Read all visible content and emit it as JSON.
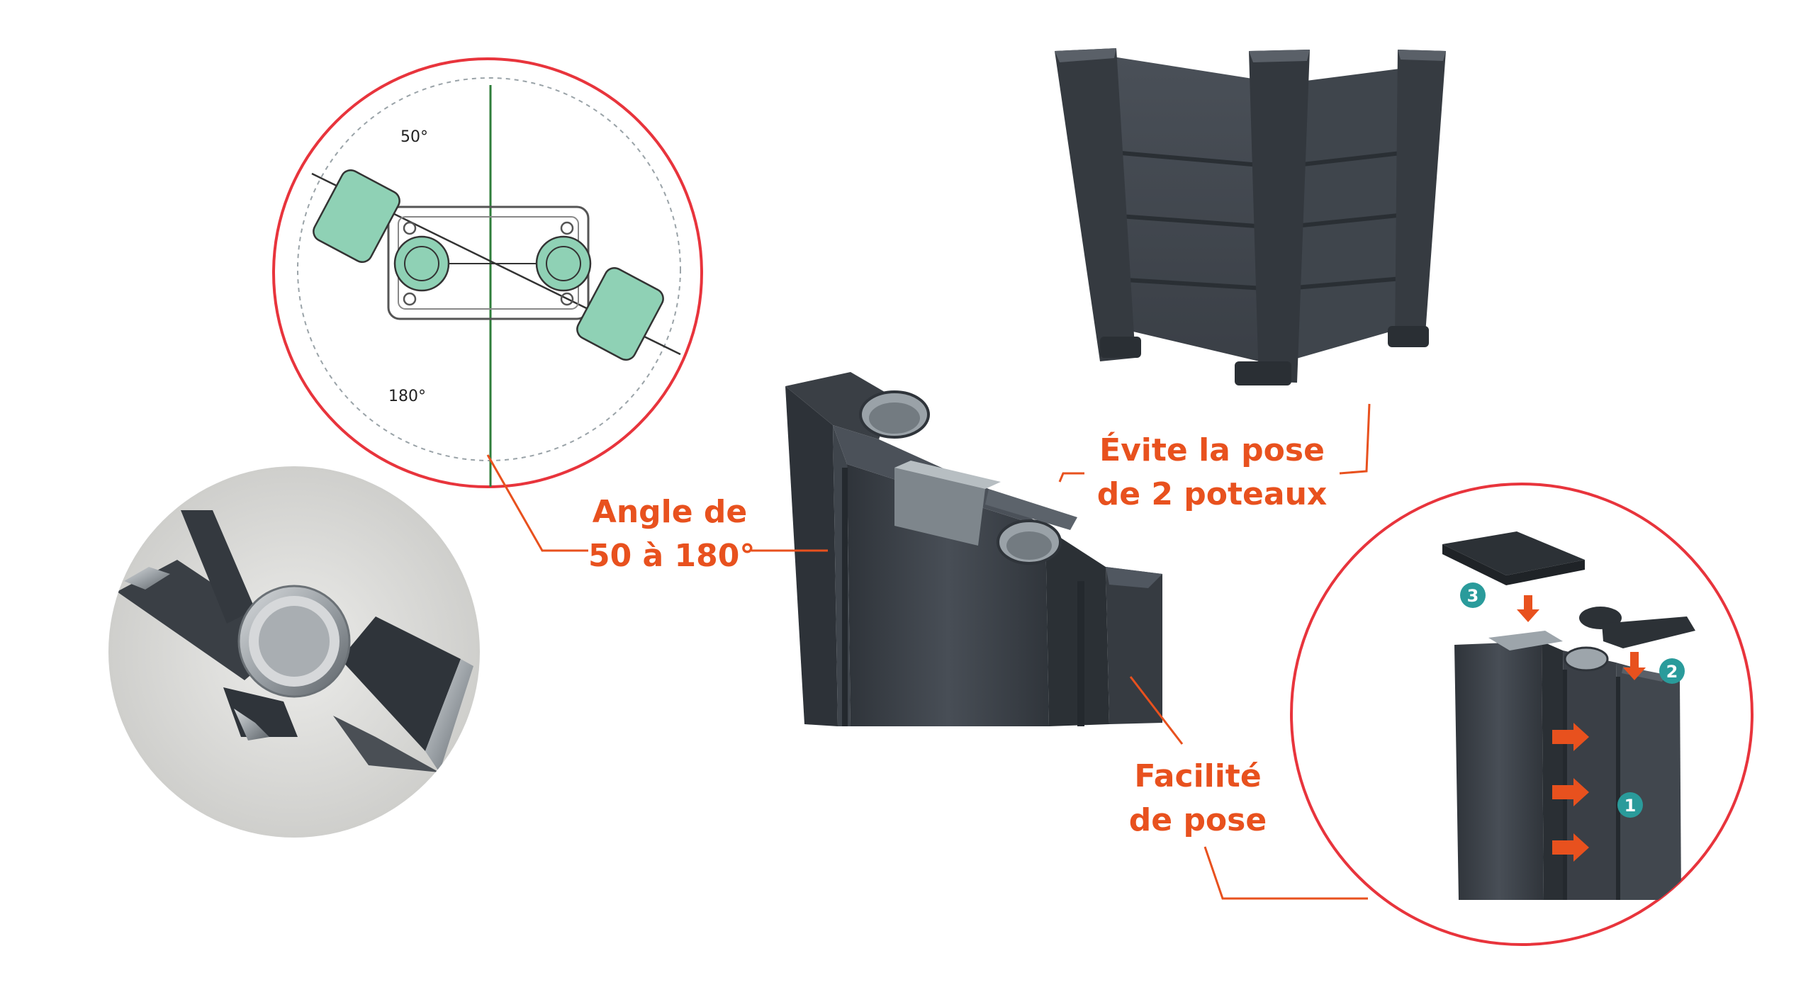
{
  "callouts": {
    "angle": {
      "line1": "Angle de",
      "line2": "50 à 180°"
    },
    "evite": {
      "line1": "Évite la pose",
      "line2": "de 2 poteaux"
    },
    "facilite": {
      "line1": "Facilité",
      "line2": "de pose"
    }
  },
  "diagram": {
    "angle_top": "50°",
    "angle_bottom": "180°"
  },
  "steps": [
    "1",
    "2",
    "3"
  ],
  "colors": {
    "accent_orange": "#e8511e",
    "circle_red": "#e8343c",
    "post_anthracite": "#3c4148",
    "badge_teal": "#2a9b9b",
    "teal_fill": "#8fd1b5"
  }
}
